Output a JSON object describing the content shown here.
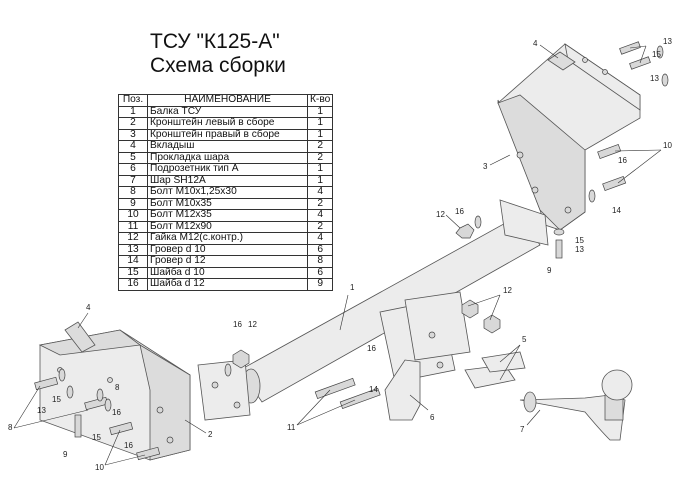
{
  "title": {
    "line1": "ТСУ \"К125-А\"",
    "line2": "Схема сборки"
  },
  "table": {
    "headers": {
      "pos": "Поз.",
      "name": "НАИМЕНОВАНИЕ",
      "qty": "К-во"
    },
    "rows": [
      {
        "pos": "1",
        "name": "Балка ТСУ",
        "qty": "1"
      },
      {
        "pos": "2",
        "name": "Кронштейн левый в сборе",
        "qty": "1"
      },
      {
        "pos": "3",
        "name": "Кронштейн правый в сборе",
        "qty": "1"
      },
      {
        "pos": "4",
        "name": "Вкладыш",
        "qty": "2"
      },
      {
        "pos": "5",
        "name": "Прокладка шара",
        "qty": "2"
      },
      {
        "pos": "6",
        "name": "Подрозетник тип А",
        "qty": "1"
      },
      {
        "pos": "7",
        "name": "Шар SH12A",
        "qty": "1"
      },
      {
        "pos": "8",
        "name": "Болт М10х1,25х30",
        "qty": "4"
      },
      {
        "pos": "9",
        "name": "Болт М10х35",
        "qty": "2"
      },
      {
        "pos": "10",
        "name": "Болт М12х35",
        "qty": "4"
      },
      {
        "pos": "11",
        "name": "Болт М12х90",
        "qty": "2"
      },
      {
        "pos": "12",
        "name": "Гайка М12(с.контр.)",
        "qty": "4"
      },
      {
        "pos": "13",
        "name": "Гровер d 10",
        "qty": "6"
      },
      {
        "pos": "14",
        "name": "Гровер d 12",
        "qty": "8"
      },
      {
        "pos": "15",
        "name": "Шайба d 10",
        "qty": "6"
      },
      {
        "pos": "16",
        "name": "Шайба d 12",
        "qty": "9"
      }
    ]
  },
  "callouts": {
    "c1": "1",
    "c2": "2",
    "c3": "3",
    "c4a": "4",
    "c4b": "4",
    "c5": "5",
    "c6": "6",
    "c7": "7",
    "c8a": "8",
    "c8b": "8",
    "c9a": "9",
    "c9b": "9",
    "c10a": "10",
    "c10b": "10",
    "c11": "11",
    "c12a": "12",
    "c12b": "12",
    "c12c": "12",
    "c13a": "13",
    "c13b": "13",
    "c13c": "13",
    "c13d": "13",
    "c14a": "14",
    "c14b": "14",
    "c15a": "15",
    "c15b": "15",
    "c15c": "15",
    "c15d": "15",
    "c16a": "16",
    "c16b": "16",
    "c16c": "16",
    "c16d": "16",
    "c16e": "16",
    "c16f": "16"
  }
}
